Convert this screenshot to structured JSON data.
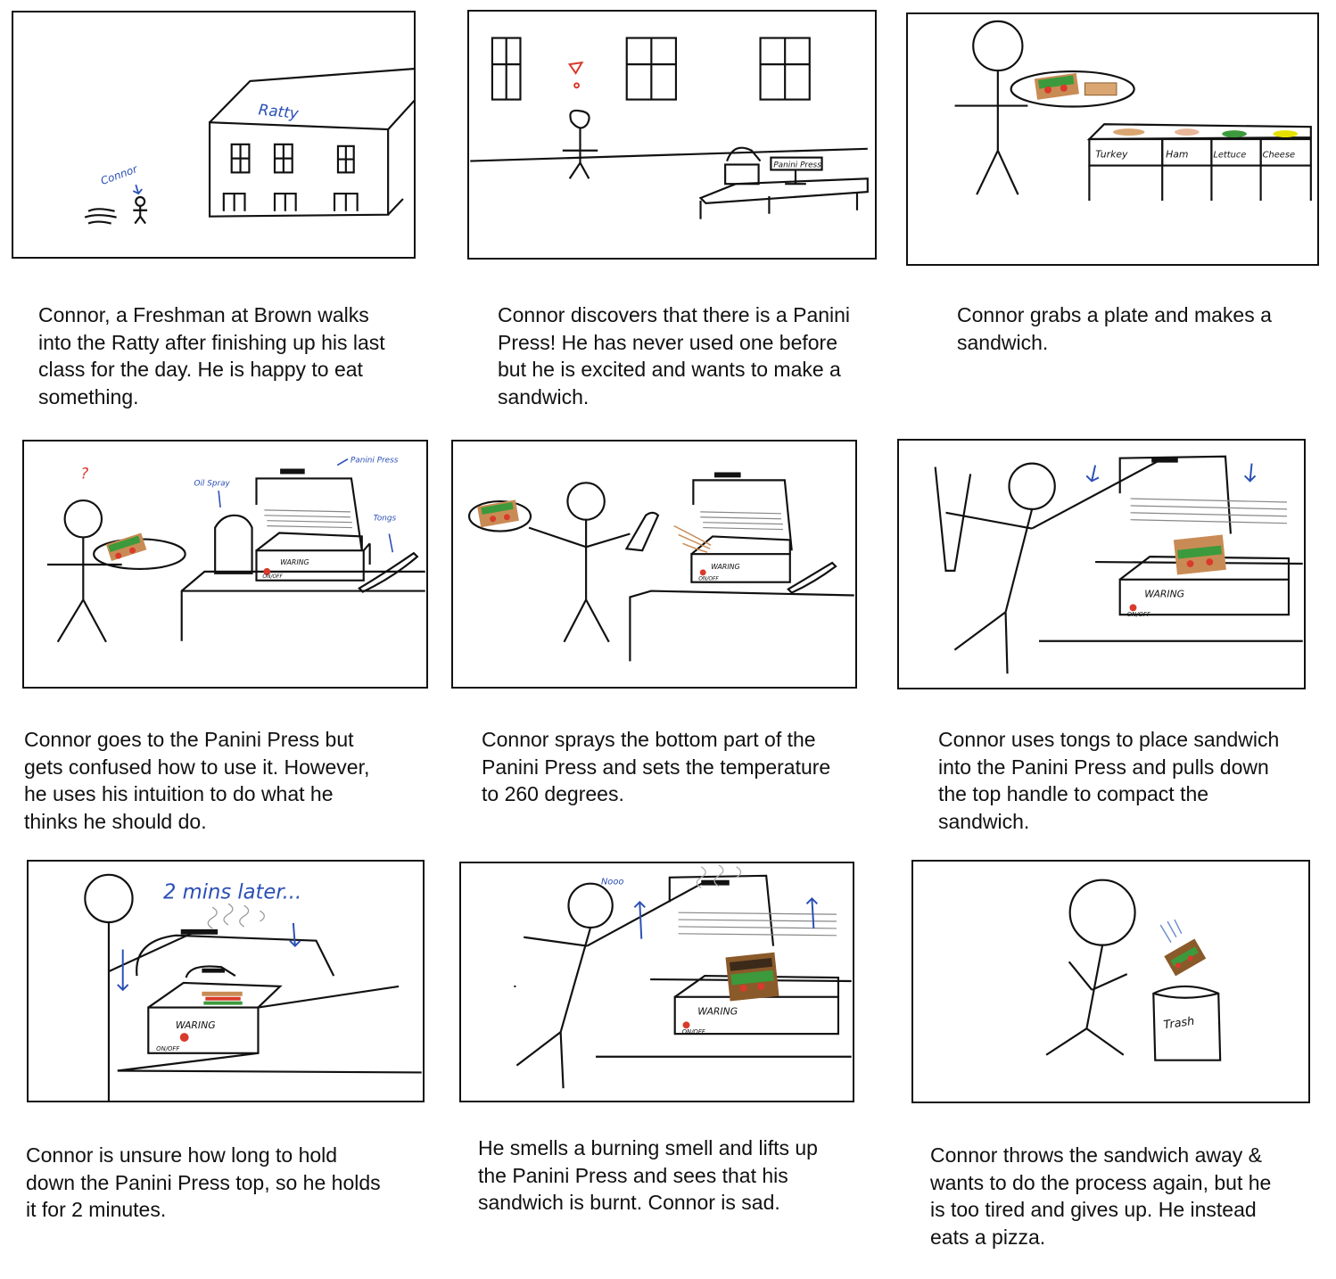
{
  "panels": [
    {
      "caption": "Connor, a Freshman at Brown walks into the Ratty after finishing up his last class for the day. He is happy to eat something.",
      "labels": {
        "building": "Ratty",
        "person": "Connor"
      }
    },
    {
      "caption": "Connor discovers that there is a Panini Press! He has never used one before but he is excited and wants to make a sandwich.",
      "labels": {
        "sign": "Panini Press"
      }
    },
    {
      "caption": "Connor grabs a plate and makes a sandwich.",
      "labels": {
        "bins": [
          "Turkey",
          "Ham",
          "Lettuce",
          "Cheese"
        ]
      }
    },
    {
      "caption": "Connor goes to the Panini Press but gets confused how to use it. However, he uses his intuition to do what he thinks he should do.",
      "labels": {
        "question": "?",
        "oil": "Oil Spray",
        "press": "Panini Press",
        "tongs": "Tongs",
        "brand": "WARING",
        "switch": "ON/OFF"
      }
    },
    {
      "caption": "Connor sprays the bottom part of the Panini Press and sets the temperature to 260 degrees.",
      "labels": {
        "brand": "WARING",
        "switch": "ON/OFF"
      }
    },
    {
      "caption": "Connor uses tongs to place sandwich into the Panini Press and pulls down the top handle to compact the sandwich.",
      "labels": {
        "brand": "WARING",
        "switch": "ON/OFF"
      }
    },
    {
      "caption": "Connor is unsure how long to hold down the Panini Press top, so he holds it for 2 minutes.",
      "labels": {
        "time": "2 mins later...",
        "brand": "WARING",
        "switch": "ON/OFF"
      }
    },
    {
      "caption": "He smells a burning smell and lifts up the Panini Press and sees that his sandwich is burnt. Connor is sad.",
      "labels": {
        "exclaim": "Nooo",
        "brand": "WARING",
        "switch": "ON/OFF"
      }
    },
    {
      "caption": "Connor throws the sandwich away & wants to do the process again, but he is too tired and gives up. He instead eats a pizza.",
      "labels": {
        "trash": "Trash"
      }
    }
  ],
  "colors": {
    "ink": "#111111",
    "blue": "#2a4fb5",
    "red": "#d93a2b",
    "green": "#3c9a3c",
    "bread": "#c98b55"
  }
}
